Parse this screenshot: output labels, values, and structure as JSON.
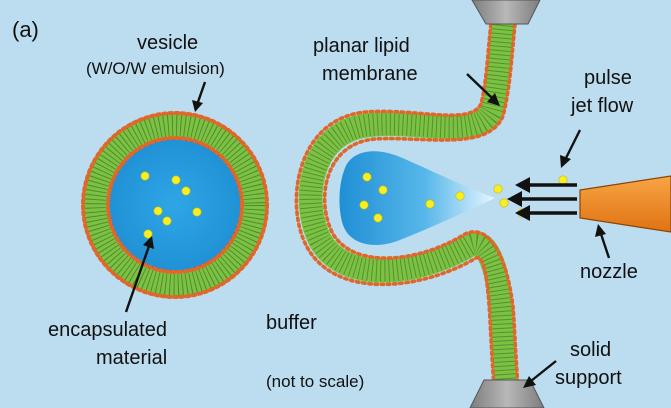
{
  "panel_label": "(a)",
  "labels": {
    "vesicle": "vesicle",
    "emulsion": "(W/O/W emulsion)",
    "planar_line1": "planar lipid",
    "planar_line2": "membrane",
    "pulse_line1": "pulse",
    "pulse_line2": "jet flow",
    "nozzle": "nozzle",
    "buffer": "buffer",
    "encap_line1": "encapsulated",
    "encap_line2": "material",
    "not_to_scale": "(not to scale)",
    "solid_line1": "solid",
    "solid_line2": "support"
  },
  "colors": {
    "buffer_bg": "#bcdcef",
    "membrane_green": "#7cc242",
    "membrane_dark": "#2f5d22",
    "lipid_head": "#e0662a",
    "water_core": "#2aa0e0",
    "particle_yellow": "#f6ef28",
    "nozzle_orange": "#f28a22",
    "support_gray": "#9a9a9a"
  }
}
